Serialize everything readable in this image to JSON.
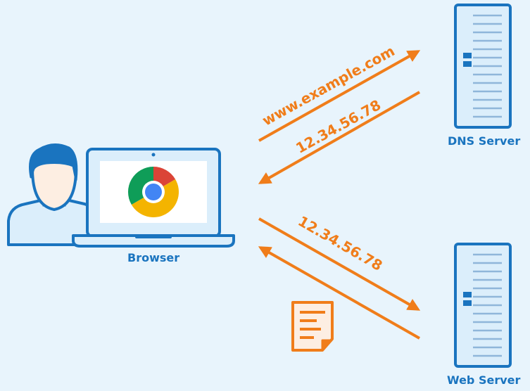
{
  "labels": {
    "browser": "Browser",
    "dns_server": "DNS Server",
    "web_server": "Web Server"
  },
  "messages": {
    "dns_query": "www.example.com",
    "dns_response": "12.34.56.78",
    "web_request": "12.34.56.78"
  },
  "icons": {
    "user": "user-icon",
    "laptop": "laptop-icon",
    "browser_logo": "chrome-icon",
    "dns_server": "server-icon",
    "web_server": "server-icon",
    "response": "document-icon"
  },
  "colors": {
    "background": "#e8f4fc",
    "primary_blue": "#1a74bf",
    "light_blue": "#dbeefb",
    "arrow_orange": "#f07d1a"
  }
}
